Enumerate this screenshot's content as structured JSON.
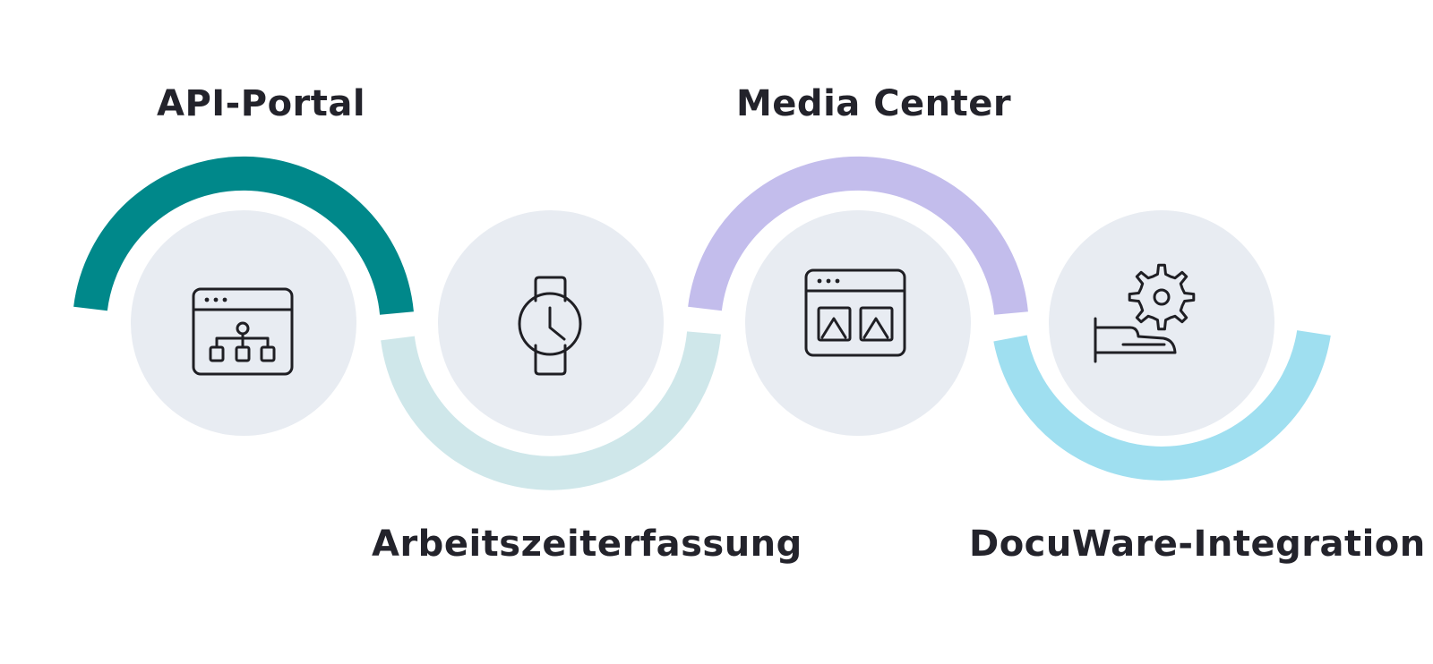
{
  "steps": [
    {
      "label": "API-Portal",
      "icon": "api-portal-icon",
      "arc_color": "#00888a",
      "arc_position": "top"
    },
    {
      "label": "Arbeitszeiterfassung",
      "icon": "watch-icon",
      "arc_color": "#cfe7ea",
      "arc_position": "bottom"
    },
    {
      "label": "Media Center",
      "icon": "image-gallery-icon",
      "arc_color": "#c3bdec",
      "arc_position": "top"
    },
    {
      "label": "DocuWare-Integration",
      "icon": "hand-gear-icon",
      "arc_color": "#9fdff0",
      "arc_position": "bottom"
    }
  ],
  "colors": {
    "circle_fill": "#e8ecf2",
    "icon_stroke": "#1f1f24",
    "label_text": "#23232b"
  }
}
